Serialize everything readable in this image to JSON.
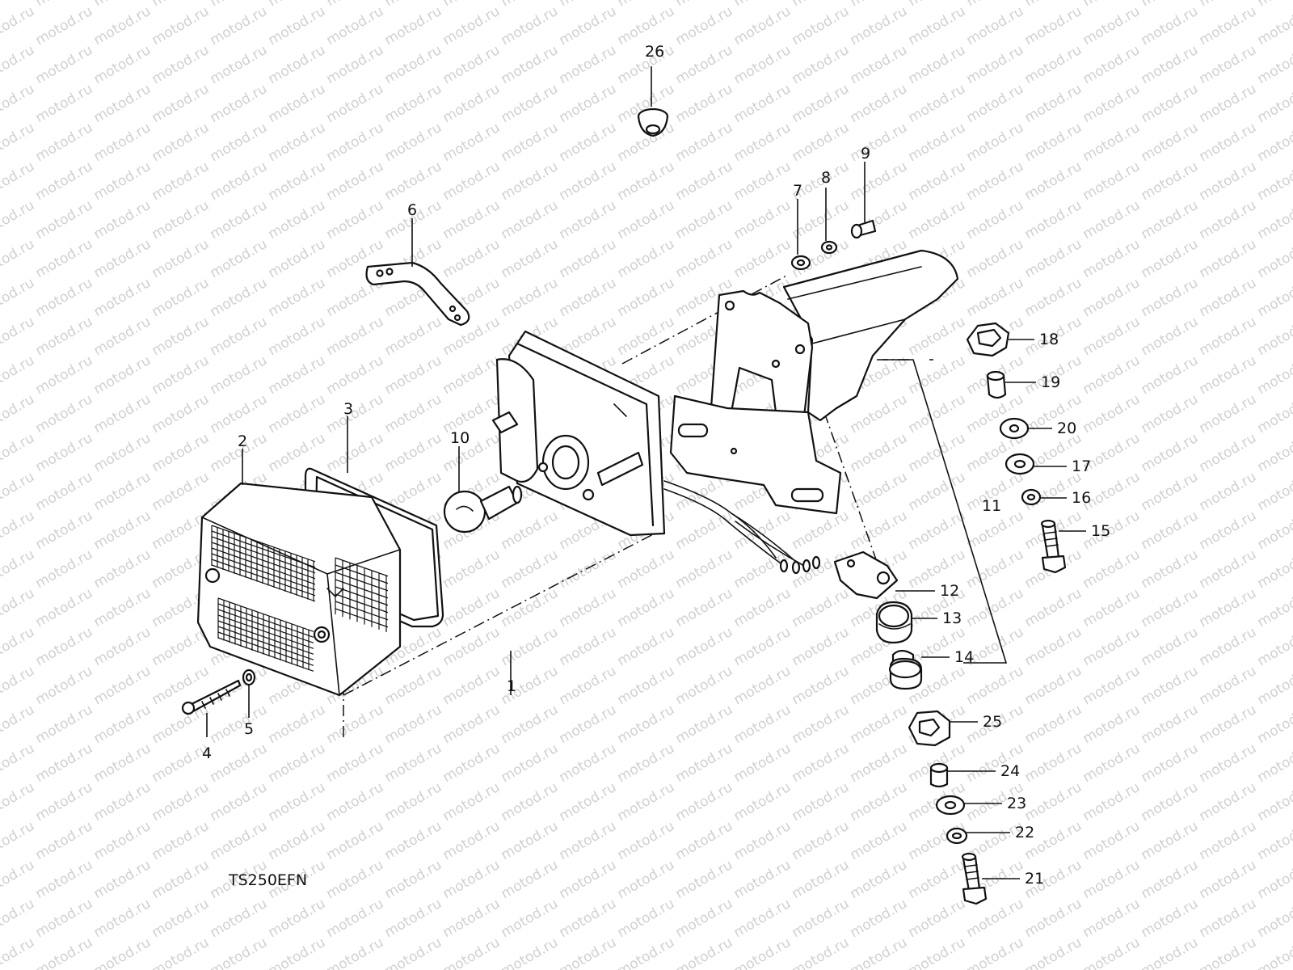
{
  "watermark": {
    "text": "motod.ru",
    "color": "#d0d0d0"
  },
  "model_label": "TS250EFN",
  "callouts": [
    {
      "id": "c1",
      "text": "1"
    },
    {
      "id": "c2",
      "text": "2"
    },
    {
      "id": "c3",
      "text": "3"
    },
    {
      "id": "c4",
      "text": "4"
    },
    {
      "id": "c5",
      "text": "5"
    },
    {
      "id": "c6",
      "text": "6"
    },
    {
      "id": "c7",
      "text": "7"
    },
    {
      "id": "c8",
      "text": "8"
    },
    {
      "id": "c9",
      "text": "9"
    },
    {
      "id": "c10",
      "text": "10"
    },
    {
      "id": "c11",
      "text": "11"
    },
    {
      "id": "c12",
      "text": "12"
    },
    {
      "id": "c13",
      "text": "13"
    },
    {
      "id": "c14",
      "text": "14"
    },
    {
      "id": "c15",
      "text": "15"
    },
    {
      "id": "c16",
      "text": "16"
    },
    {
      "id": "c17",
      "text": "17"
    },
    {
      "id": "c18",
      "text": "18"
    },
    {
      "id": "c19",
      "text": "19"
    },
    {
      "id": "c20",
      "text": "20"
    },
    {
      "id": "c21",
      "text": "21"
    },
    {
      "id": "c22",
      "text": "22"
    },
    {
      "id": "c23",
      "text": "23"
    },
    {
      "id": "c24",
      "text": "24"
    },
    {
      "id": "c25",
      "text": "25"
    },
    {
      "id": "c26",
      "text": "26"
    }
  ]
}
